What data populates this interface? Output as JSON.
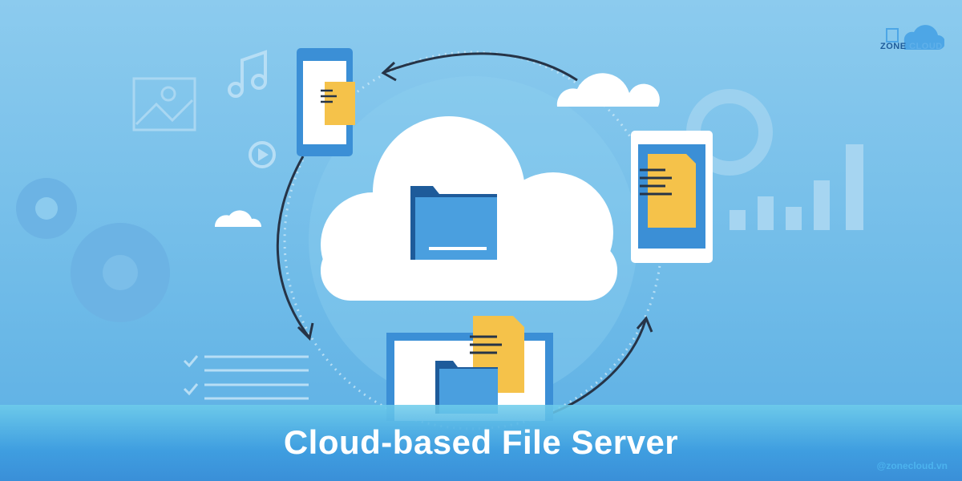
{
  "title": "Cloud-based File Server",
  "logo": {
    "word1": "ZONE",
    "word2": "CLOUD"
  },
  "handle": "@zonecloud.vn",
  "colors": {
    "background": "#79c2ec",
    "folder": "#4a9fdf",
    "document": "#f5c24a",
    "device": "#3b8fd6"
  }
}
